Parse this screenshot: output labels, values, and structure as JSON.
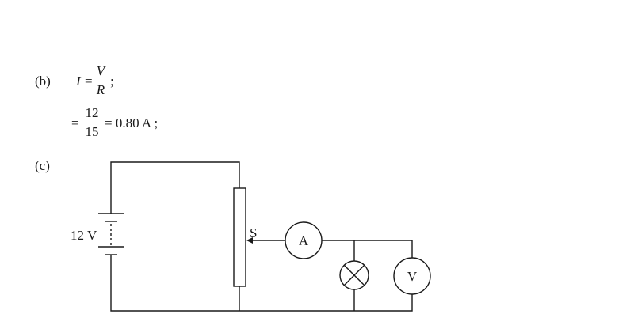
{
  "part_b": {
    "label": "(b)",
    "line1": {
      "lhs": "I",
      "eq": "=",
      "num": "V",
      "den": "R",
      "end": ";"
    },
    "line2": {
      "eq": "=",
      "num": "12",
      "den": "15",
      "rest": "= 0.80 A ;"
    }
  },
  "part_c": {
    "label": "(c)",
    "battery_label": "12 V",
    "slider_label": "S",
    "ammeter_label": "A",
    "voltmeter_label": "V"
  }
}
